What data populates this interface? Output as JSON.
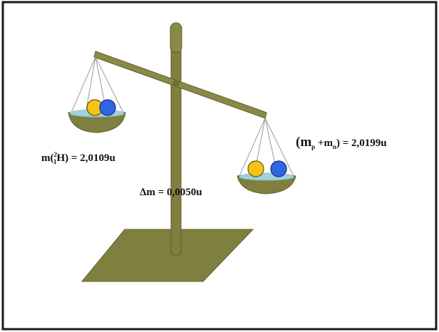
{
  "colors": {
    "frame": "#1a1a1a",
    "olive": "#7f7f3f",
    "olive_dark": "#5f5f2a",
    "olive_light": "#9c9c5a",
    "nucleon_yellow": "#f7c21a",
    "nucleon_blue": "#2f66e6",
    "pan_liquid": "#9fd0e0",
    "string": "#9a9a9a",
    "text": "#111111"
  },
  "labels": {
    "left": {
      "prefix": "m(",
      "mass_number": "2",
      "atomic_number": "1",
      "symbol": "H",
      "suffix": ") = 2,0109u"
    },
    "right": {
      "open": "(m",
      "sub_p": "p",
      "plus": " +m",
      "sub_n": "n",
      "close": ") = 2,0199u"
    },
    "delta": "Δm = 0,0050u"
  },
  "icons": {
    "left_pan": [
      "proton",
      "neutron"
    ],
    "right_pan": [
      "proton",
      "neutron"
    ]
  }
}
